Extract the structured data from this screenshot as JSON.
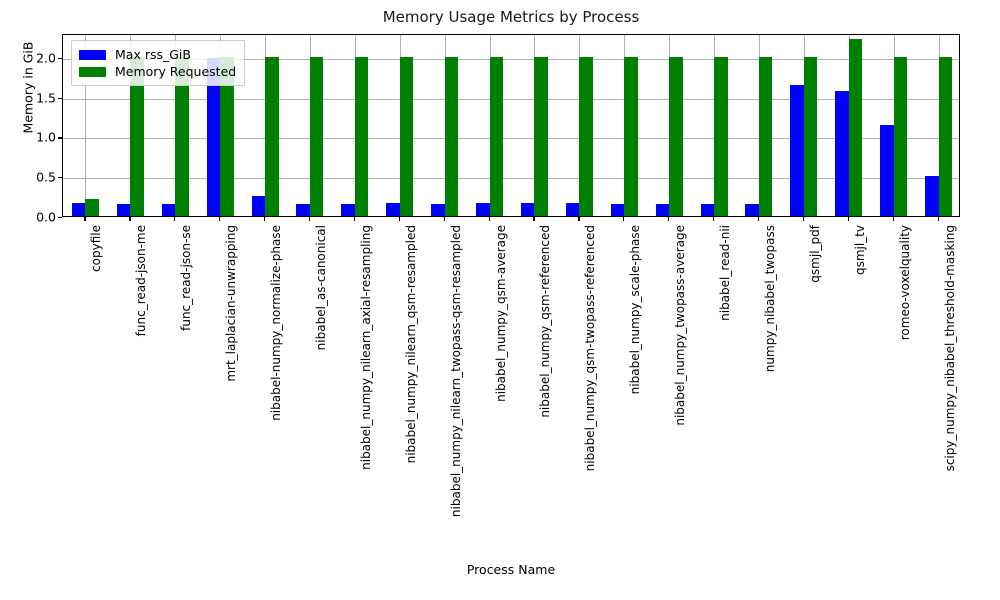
{
  "chart_data": {
    "type": "bar",
    "title": "Memory Usage Metrics by Process",
    "xlabel": "Process Name",
    "ylabel": "Memory in GiB",
    "ylim": [
      0.0,
      2.3
    ],
    "yticks": [
      0.0,
      0.5,
      1.0,
      1.5,
      2.0
    ],
    "ytick_labels": [
      "0.0",
      "0.5",
      "1.0",
      "1.5",
      "2.0"
    ],
    "grid": true,
    "legend_position": "upper left",
    "categories": [
      "copyfile",
      "func_read-json-me",
      "func_read-json-se",
      "mrt_laplacian-unwrapping",
      "nibabel-numpy_normalize-phase",
      "nibabel_as-canonical",
      "nibabel_numpy_nilearn_axial-resampling",
      "nibabel_numpy_nilearn_qsm-resampled",
      "nibabel_numpy_nilearn_twopass-qsm-resampled",
      "nibabel_numpy_qsm-average",
      "nibabel_numpy_qsm-referenced",
      "nibabel_numpy_qsm-twopass-referenced",
      "nibabel_numpy_scale-phase",
      "nibabel_numpy_twopass-average",
      "nibabel_read-nii",
      "numpy_nibabel_twopass",
      "qsmjl_pdf",
      "qsmjl_tv",
      "romeo-voxelquality",
      "scipy_numpy_nibabel_threshold-masking"
    ],
    "series": [
      {
        "name": "Max rss_GiB",
        "color": "#0000ff",
        "values": [
          0.16,
          0.145,
          0.145,
          1.98,
          0.25,
          0.145,
          0.145,
          0.16,
          0.155,
          0.16,
          0.16,
          0.16,
          0.145,
          0.145,
          0.145,
          0.145,
          1.65,
          1.57,
          1.14,
          0.5
        ]
      },
      {
        "name": "Memory Requested",
        "color": "#008000",
        "values": [
          0.21,
          2.0,
          2.0,
          2.0,
          2.0,
          2.0,
          2.0,
          2.0,
          2.0,
          2.0,
          2.0,
          2.0,
          2.0,
          2.0,
          2.0,
          2.0,
          2.0,
          2.23,
          2.0,
          2.0
        ]
      }
    ]
  }
}
